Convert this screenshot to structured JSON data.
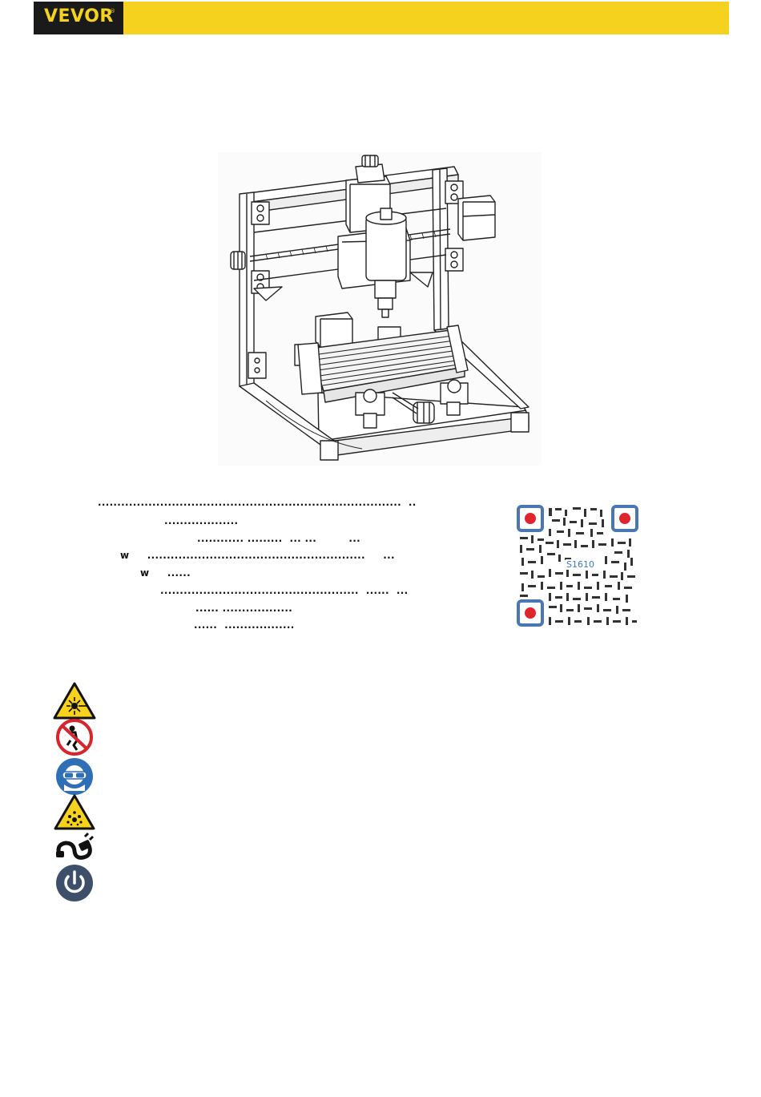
{
  "brand": {
    "name": "VEVOR",
    "reg": "®"
  },
  "colors": {
    "brand_yellow": "#f5d21e",
    "brand_black": "#1a1a1a",
    "qr_blue": "#4a77b4",
    "qr_red": "#e0262d"
  },
  "index_lines": [
    "..............................................................................  ..",
    "...................",
    "............ .........  ... ...         ...",
    "w     ........................................................     ...",
    "w     ......",
    "...................................................  ......  ...",
    "...... ..................",
    "......  .................."
  ],
  "qr": {
    "code": "S1610"
  },
  "icons": [
    "laser-warning-icon",
    "no-children-icon",
    "wear-goggles-icon",
    "explosion-warning-icon",
    "unplug-icon",
    "power-icon"
  ]
}
